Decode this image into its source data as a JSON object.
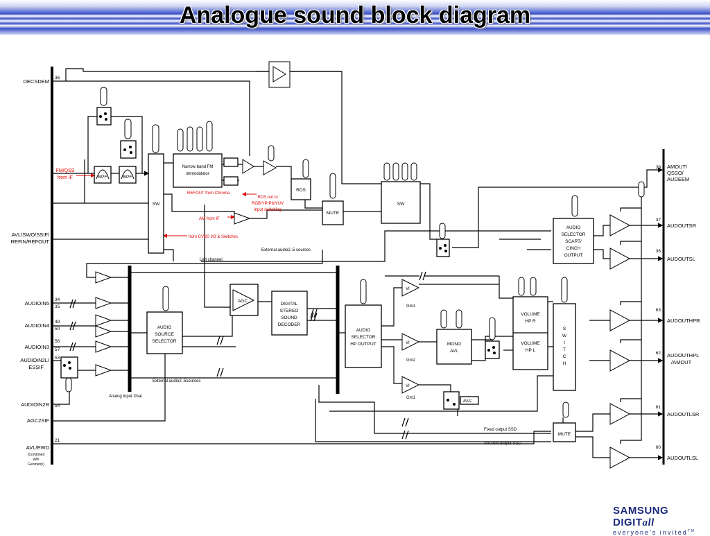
{
  "title": "Analogue sound block diagram",
  "logo": {
    "brand": "SAMSUNG DIGIT",
    "brand_italic": "all",
    "tagline": "everyone's invited",
    "tm": "TM"
  },
  "pins_left": {
    "decsdem": "DECSDEM",
    "p36": "36",
    "fmqss": "FM/QSS",
    "fromif": "from IF",
    "avlswo1": "AVL/SWO/SSIF/",
    "avlswo2": "REFIN/REFOUT",
    "audioin5": "AUDIOIN5",
    "p34": "34",
    "p35": "35",
    "audioin4": "AUDIOIN4",
    "p49": "49",
    "p50": "50",
    "audioin3": "AUDIOIN3",
    "p56": "56",
    "p57": "57",
    "audioin2l": "AUDIOIN2L/",
    "essif": "ESSIF",
    "p53": "53",
    "audioin2r": "AUDIOIN2R",
    "p54": "54",
    "agc2sif": "AGC2SIF",
    "avlewd": "AVL/EWD",
    "p21": "21",
    "comb1": "(Combined",
    "comb2": "with",
    "comb3": "Geometry)"
  },
  "pins_right": {
    "p39": "39",
    "amout1": "AMOUT/",
    "amout2": "QSSO/",
    "amout3": "AUDEEM",
    "p37": "37",
    "audoutsr": "AUDOUTSR",
    "p36": "36",
    "audoutsl": "AUDOUTSL",
    "p63": "63",
    "audouthpr": "AUDOUTHPR",
    "p62": "62",
    "audouthpl": "AUDOUTHPL",
    "amout": "/AMOUT",
    "p61": "61",
    "audoutlsr": "AUDOUTLSR",
    "p60": "60",
    "audoutlsl": "AUDOUTLSL"
  },
  "blocks": {
    "bpf": "BPF",
    "sw": "SW",
    "fmdemod1": "Narrow band FM",
    "fmdemod2": "demodulator",
    "rds": "RDS",
    "mute": "MUTE",
    "agc": "AGC",
    "src1": "AUDIO",
    "src2": "SOURCE",
    "src3": "SELECTOR",
    "dsd1": "DIGITAL",
    "dsd2": "STEREO",
    "dsd3": "SOUND",
    "dsd4": "DECODER",
    "hp1": "AUDIO",
    "hp2": "SELECTOR",
    "hp3": "HP OUTPUT",
    "scart1": "AUDIO",
    "scart2": "SELECTOR",
    "scart3": "SCART/",
    "scart4": "CINCH",
    "scart5": "OUTPUT",
    "mono1": "MONO",
    "mono2": "AVL",
    "volr1": "VOLUME",
    "volr2": "HP R",
    "voll1": "VOLUME",
    "voll2": "HP L",
    "switch": [
      "S",
      "W",
      "I",
      "T",
      "C",
      "H"
    ],
    "vi": "VI",
    "gm1": "Gm1",
    "gm2": "Gm2",
    "avle": "AVLE"
  },
  "annotations": {
    "refout": "REFOUT from Chroma",
    "rds1": "RDS out to",
    "rds2": "RGB/YPrPb/YUV",
    "rds3": "input switching",
    "amfromif": "AM from IF",
    "cvbs": "from CVBS I/O & Switches",
    "ext_top": "External audio2..5 sources",
    "leftch": "Left channel",
    "ext_bot": "External audio2..5sources",
    "xbar": "Analog Input Xbar",
    "fixed": "Fixed output SSD",
    "volcont": "Vol.cont.output SSD"
  },
  "colors": {
    "annotation": "#e00000",
    "line": "#000000",
    "header_blue": "#3a50c8",
    "logo": "#1a2a7a"
  }
}
